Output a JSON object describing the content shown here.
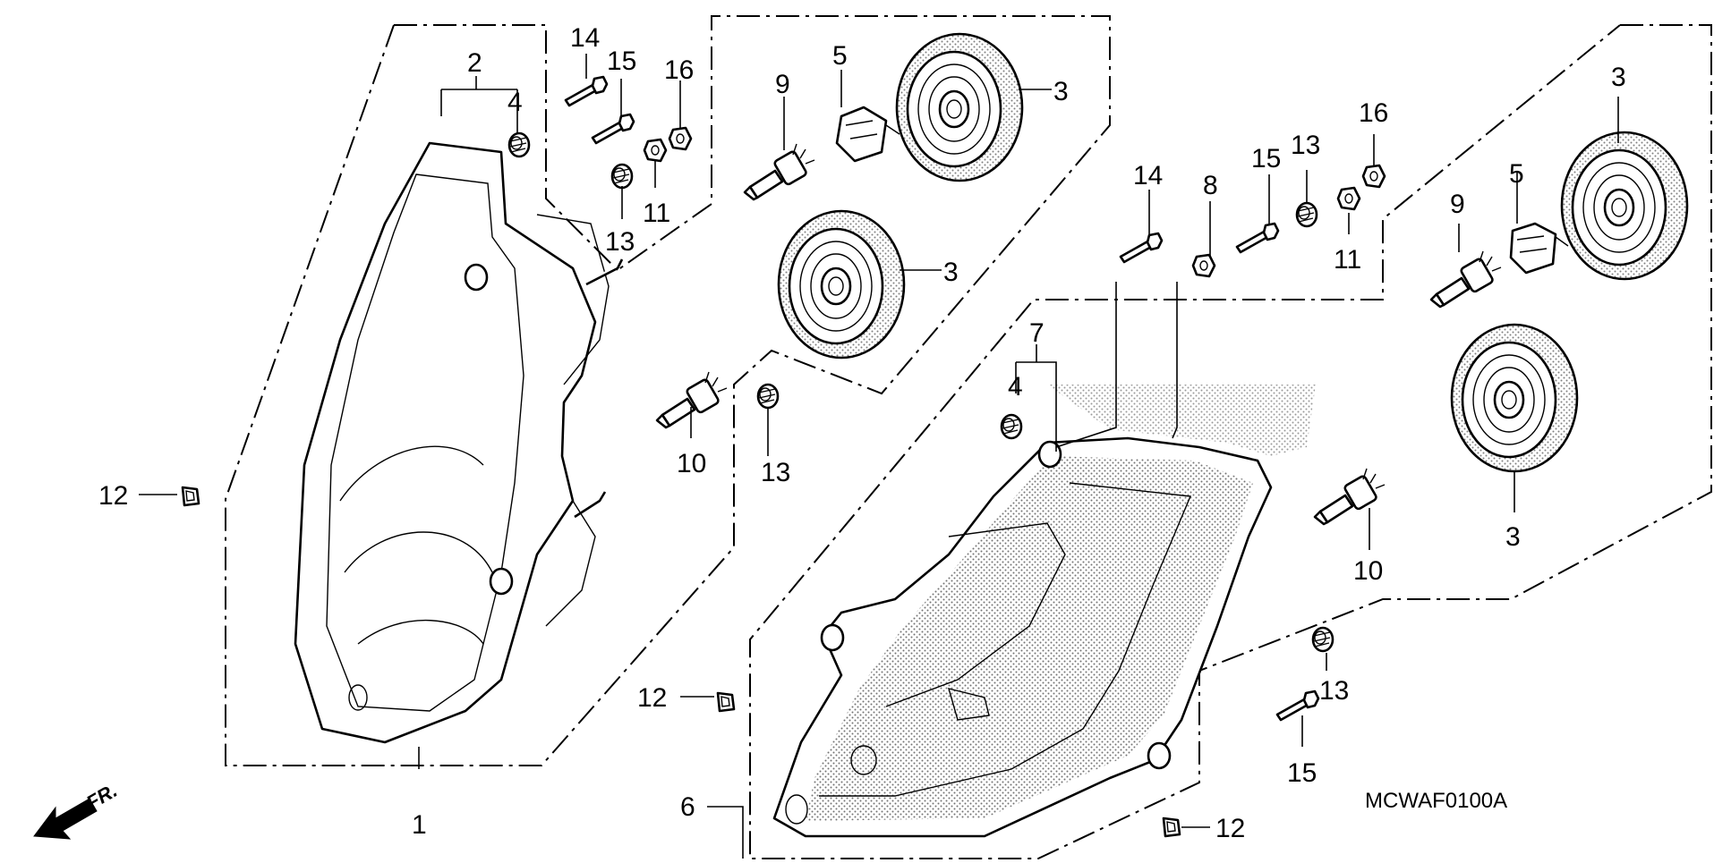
{
  "diagram": {
    "code": "MCWAF0100A",
    "front_label": "FR.",
    "callouts": {
      "c1": "1",
      "c2": "2",
      "c4a": "4",
      "c14a": "14",
      "c15a": "15",
      "c16a": "16",
      "c13a": "13",
      "c11a": "11",
      "c9a": "9",
      "c5a": "5",
      "c3a": "3",
      "c3b": "3",
      "c10a": "10",
      "c13b": "13",
      "c12a": "12",
      "c14b": "14",
      "c8": "8",
      "c15b": "15",
      "c13c": "13",
      "c16b": "16",
      "c11b": "11",
      "c3c": "3",
      "c9b": "9",
      "c5b": "5",
      "c7": "7",
      "c4b": "4",
      "c3d": "3",
      "c10b": "10",
      "c13d": "13",
      "c15c": "15",
      "c12b": "12",
      "c12c": "12",
      "c6": "6"
    }
  }
}
